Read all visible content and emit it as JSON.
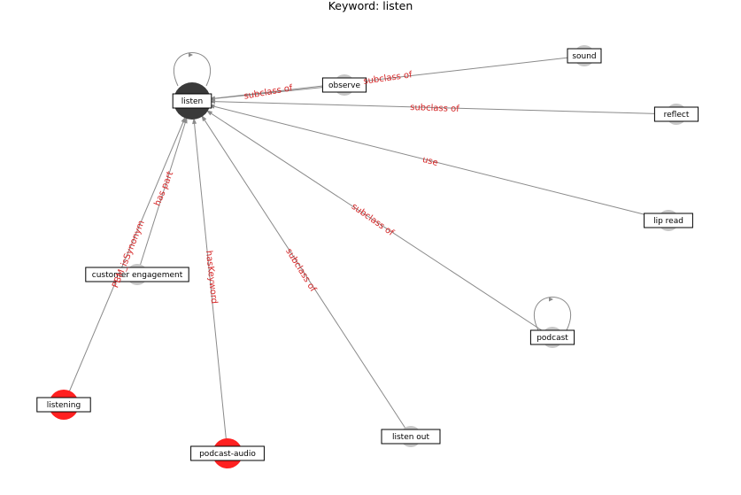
{
  "title": "Keyword: listen",
  "colors": {
    "center_node": "#3a3a3a",
    "keyword_node": "#ff2020",
    "concept_node": "#c8c8c8",
    "edge": "#8a8a8a",
    "edge_label": "#d62728"
  },
  "nodes": [
    {
      "id": "listen",
      "label": "listen",
      "kind": "center"
    },
    {
      "id": "observe",
      "label": "observe",
      "kind": "concept"
    },
    {
      "id": "sound",
      "label": "sound",
      "kind": "concept"
    },
    {
      "id": "reflect",
      "label": "reflect",
      "kind": "concept"
    },
    {
      "id": "lip_read",
      "label": "lip read",
      "kind": "concept"
    },
    {
      "id": "podcast",
      "label": "podcast",
      "kind": "concept"
    },
    {
      "id": "listen_out",
      "label": "listen out",
      "kind": "concept"
    },
    {
      "id": "customer_engagement",
      "label": "customer engagement",
      "kind": "concept"
    },
    {
      "id": "listening",
      "label": "listening",
      "kind": "keyword"
    },
    {
      "id": "podcast_audio",
      "label": "podcast-audio",
      "kind": "keyword"
    }
  ],
  "edges": [
    {
      "from": "observe",
      "to": "listen",
      "label": "subclass of"
    },
    {
      "from": "sound",
      "to": "listen",
      "label": "subclass of"
    },
    {
      "from": "reflect",
      "to": "listen",
      "label": "subclass of"
    },
    {
      "from": "lip_read",
      "to": "listen",
      "label": "use"
    },
    {
      "from": "podcast",
      "to": "listen",
      "label": "subclass of"
    },
    {
      "from": "listen_out",
      "to": "listen",
      "label": "subclass of"
    },
    {
      "from": "customer_engagement",
      "to": "listen",
      "label": "has part"
    },
    {
      "from": "listening",
      "to": "listen",
      "label": "PBM_isSynonym"
    },
    {
      "from": "podcast_audio",
      "to": "listen",
      "label": "hasKeyword"
    },
    {
      "from": "listen",
      "to": "listen",
      "label": ""
    },
    {
      "from": "podcast",
      "to": "podcast",
      "label": ""
    }
  ]
}
